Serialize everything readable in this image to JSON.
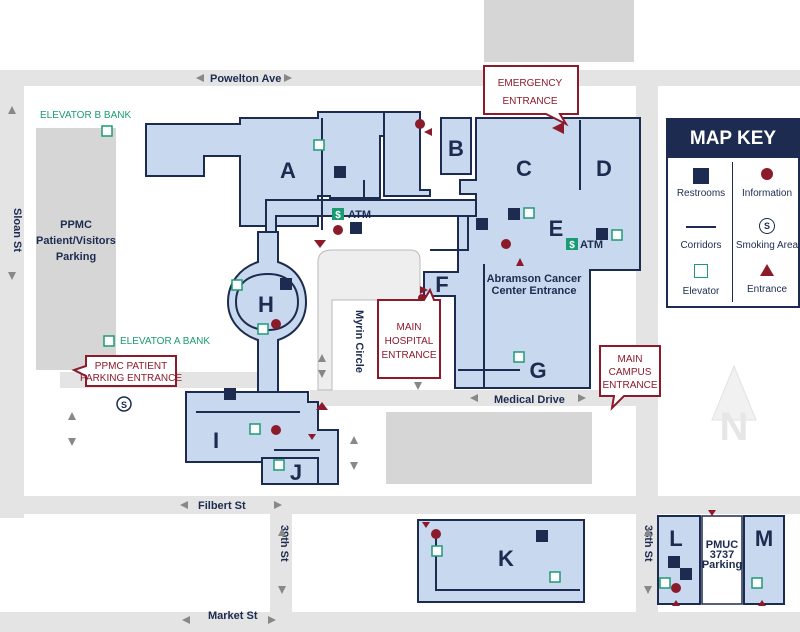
{
  "streets": {
    "powelton": "Powelton Ave",
    "sloan": "Sloan St",
    "filbert": "Filbert St",
    "market": "Market St",
    "s39": "39th St",
    "s38": "38th St",
    "medical_drive": "Medical Drive",
    "myrin_circle": "Myrin Circle"
  },
  "buildings": {
    "A": "A",
    "B": "B",
    "C": "C",
    "D": "D",
    "E": "E",
    "F": "F",
    "G": "G",
    "H": "H",
    "I": "I",
    "J": "J",
    "K": "K",
    "L": "L",
    "M": "M"
  },
  "labels": {
    "parking_line1": "PPMC",
    "parking_line2": "Patient/Visitors",
    "parking_line3": "Parking",
    "elevator_b": "ELEVATOR B BANK",
    "elevator_a": "ELEVATOR A BANK",
    "abramson_line1": "Abramson Cancer",
    "abramson_line2": "Center Entrance",
    "pmuc_line1": "PMUC",
    "pmuc_line2": "3737",
    "pmuc_line3": "Parking",
    "atm": "ATM",
    "north": "N"
  },
  "callouts": {
    "emergency_line1": "EMERGENCY",
    "emergency_line2": "ENTRANCE",
    "main_hospital_line1": "MAIN",
    "main_hospital_line2": "HOSPITAL",
    "main_hospital_line3": "ENTRANCE",
    "main_campus_line1": "MAIN",
    "main_campus_line2": "CAMPUS",
    "main_campus_line3": "ENTRANCE",
    "parking_entrance_line1": "PPMC PATIENT",
    "parking_entrance_line2": "PARKING ENTRANCE"
  },
  "map_key": {
    "title": "MAP KEY",
    "restrooms": "Restrooms",
    "information": "Information",
    "corridors": "Corridors",
    "smoking": "Smoking Area",
    "elevator": "Elevator",
    "entrance": "Entrance"
  },
  "colors": {
    "building_fill": "#c8d8ee",
    "building_stroke": "#1c2b4f",
    "road": "#e4e4e4",
    "navy": "#1c2b4f",
    "maroon": "#8b1a2b",
    "teal": "#1a9b74"
  }
}
